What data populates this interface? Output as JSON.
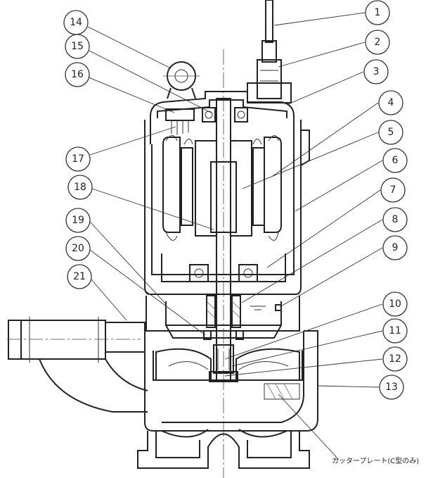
{
  "callouts": [
    {
      "id": "c1",
      "label": "1"
    },
    {
      "id": "c2",
      "label": "2"
    },
    {
      "id": "c3",
      "label": "3"
    },
    {
      "id": "c4",
      "label": "4"
    },
    {
      "id": "c5",
      "label": "5"
    },
    {
      "id": "c6",
      "label": "6"
    },
    {
      "id": "c7",
      "label": "7"
    },
    {
      "id": "c8",
      "label": "8"
    },
    {
      "id": "c9",
      "label": "9"
    },
    {
      "id": "c10",
      "label": "10"
    },
    {
      "id": "c11",
      "label": "11"
    },
    {
      "id": "c12",
      "label": "12"
    },
    {
      "id": "c13",
      "label": "13"
    },
    {
      "id": "c14",
      "label": "14"
    },
    {
      "id": "c15",
      "label": "15"
    },
    {
      "id": "c16",
      "label": "16"
    },
    {
      "id": "c17",
      "label": "17"
    },
    {
      "id": "c18",
      "label": "18"
    },
    {
      "id": "c19",
      "label": "19"
    },
    {
      "id": "c20",
      "label": "20"
    },
    {
      "id": "c21",
      "label": "21"
    }
  ],
  "note": {
    "cutter_plate": "カッタープレート(C型のみ)"
  }
}
